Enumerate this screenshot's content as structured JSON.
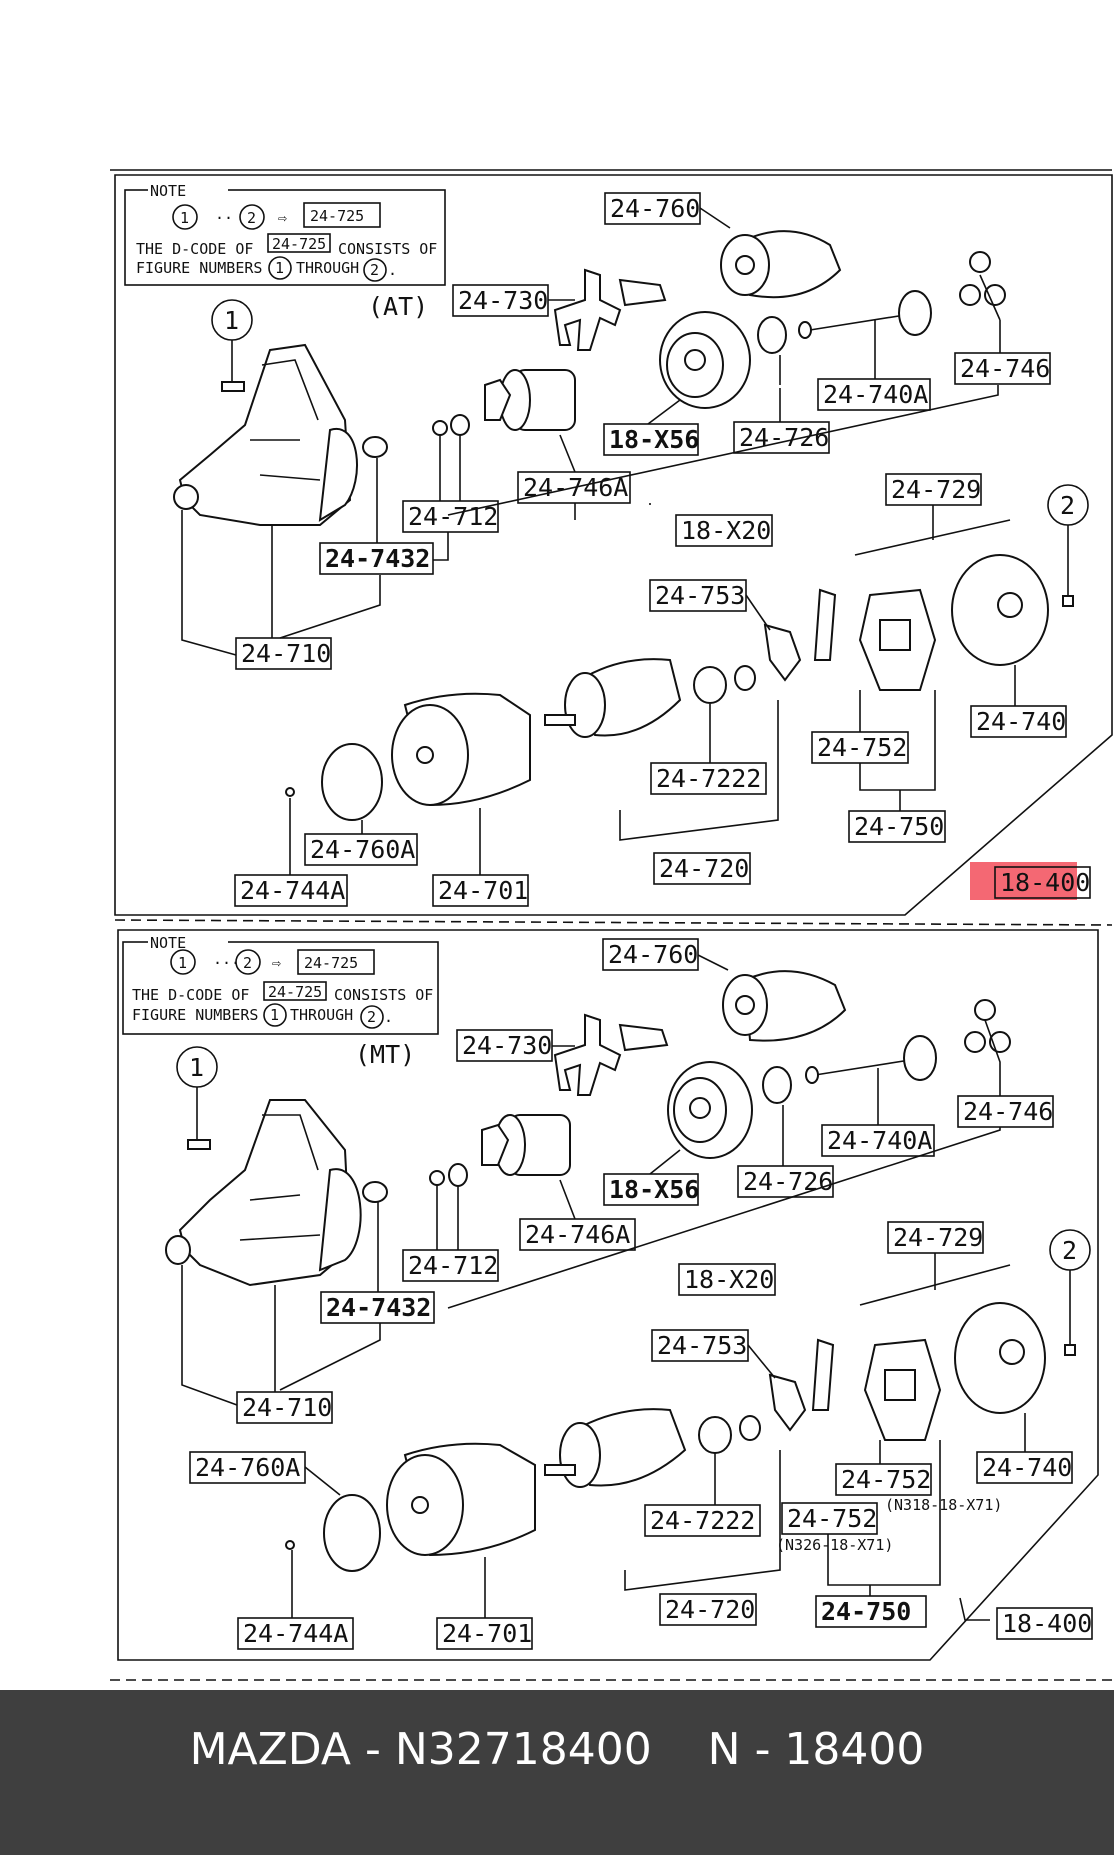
{
  "footer": {
    "text": "MAZDA - N32718400    N - 18400"
  },
  "colors": {
    "highlight": "#f24e5a",
    "footer_bg": "#3f3f3f"
  },
  "panels": [
    {
      "variant": "(AT)",
      "note": {
        "title": "NOTE",
        "mark1": "1",
        "mark2": "2",
        "arrow": "⇨",
        "code": "24-725",
        "line1a": "THE D-CODE OF",
        "line1b": "24-725",
        "line1c": "CONSISTS OF",
        "line2a": "FIGURE NUMBERS",
        "line2b": "1",
        "line2c": "THROUGH",
        "line2d": "2",
        "line2e": "."
      },
      "callouts": {
        "c1": "1",
        "c2": "2"
      },
      "labels": {
        "p24_760": "24-760",
        "p24_730": "24-730",
        "p24_746": "24-746",
        "p24_740A": "24-740A",
        "p18_X56": "18-X56",
        "p24_726": "24-726",
        "p24_746A": "24-746A",
        "p24_712": "24-712",
        "p18_X20": "18-X20",
        "p24_7432": "24-7432",
        "p24_729": "24-729",
        "p24_710": "24-710",
        "p24_753": "24-753",
        "p24_740": "24-740",
        "p24_752": "24-752",
        "p24_7222": "24-7222",
        "p24_750": "24-750",
        "p24_760A": "24-760A",
        "p24_720": "24-720",
        "p24_744A": "24-744A",
        "p24_701": "24-701",
        "p18_400": "18-400"
      }
    },
    {
      "variant": "(MT)",
      "note": {
        "title": "NOTE",
        "mark1": "1",
        "mark2": "2",
        "arrow": "⇨",
        "code": "24-725",
        "line1a": "THE D-CODE OF",
        "line1b": "24-725",
        "line1c": "CONSISTS OF",
        "line2a": "FIGURE NUMBERS",
        "line2b": "1",
        "line2c": "THROUGH",
        "line2d": "2",
        "line2e": "."
      },
      "callouts": {
        "c1": "1",
        "c2": "2"
      },
      "labels": {
        "p24_760": "24-760",
        "p24_730": "24-730",
        "p24_746": "24-746",
        "p24_740A": "24-740A",
        "p18_X56": "18-X56",
        "p24_726": "24-726",
        "p24_746A": "24-746A",
        "p24_712": "24-712",
        "p18_X20": "18-X20",
        "p24_7432": "24-7432",
        "p24_729": "24-729",
        "p24_710": "24-710",
        "p24_753": "24-753",
        "p24_740": "24-740",
        "p24_752": "24-752",
        "p24_752b": "24-752",
        "n318": "(N318-18-X71)",
        "n326": "(N326-18-X71)",
        "p24_7222": "24-7222",
        "p24_750": "24-750",
        "p24_760A": "24-760A",
        "p24_720": "24-720",
        "p24_744A": "24-744A",
        "p24_701": "24-701",
        "p18_400": "18-400"
      }
    }
  ]
}
